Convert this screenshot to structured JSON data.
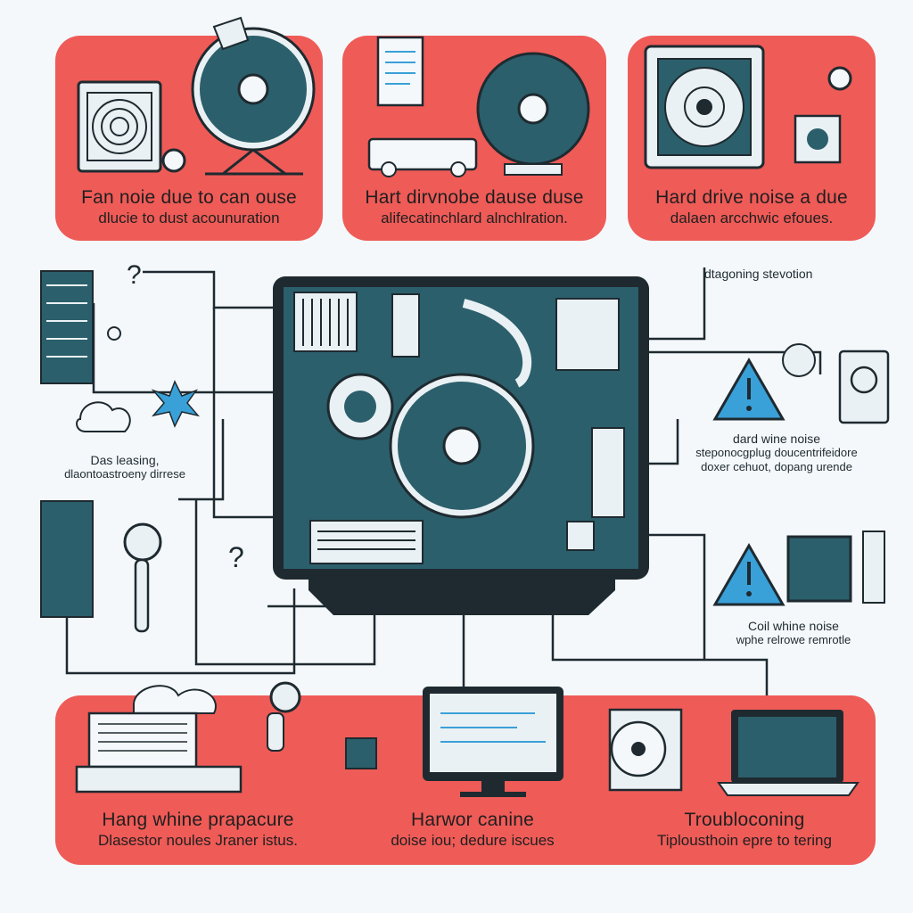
{
  "top_panels": [
    {
      "title": "Fan noie due to can ouse",
      "subtitle": "dlucie to dust acounuration"
    },
    {
      "title": "Hart dirvnobe dause duse",
      "subtitle": "alifecatinchlard alnchlration."
    },
    {
      "title": "Hard drive noise a due",
      "subtitle": "dalaen arcchwic efoues."
    }
  ],
  "left_note": {
    "title": "Das leasing,",
    "subtitle": "dlaontoastroeny dirrese"
  },
  "right_header": "dtagoning stevotion",
  "right_note_1": {
    "title": "dard wine noise",
    "line1": "steponocgplug doucentrifeidore",
    "line2": "doxer cehuot, dopang urende"
  },
  "right_note_2": {
    "title": "Coil whine noise",
    "subtitle": "wphe relrowe remrotle"
  },
  "bottom_panels": [
    {
      "title": "Hang whine prapacure",
      "subtitle": "Dlasestor noules Jraner istus."
    },
    {
      "title": "Harwor canine",
      "subtitle": "doise iou; dedure iscues"
    },
    {
      "title": "Troubloconing",
      "subtitle": "Tiplousthoin epre to tering"
    }
  ],
  "colors": {
    "panel": "#ef5b57",
    "teal": "#2b5f6b",
    "outline": "#1e2a30",
    "accent": "#3aa0d8"
  }
}
